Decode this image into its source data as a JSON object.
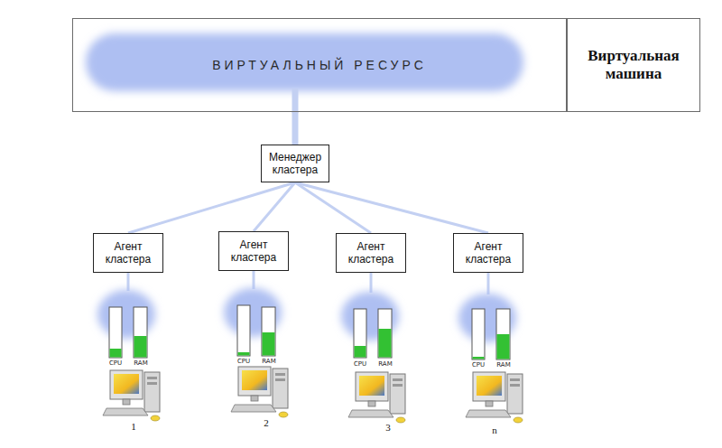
{
  "diagram": {
    "nodes": [
      {
        "text": [
          "ВИРТУАЛЬНЫЙ РЕСУРС"
        ]
      },
      {
        "text": [
          "Виртуальная машина"
        ]
      },
      {
        "text": [
          "Менеджер кластера"
        ]
      },
      {
        "text": [
          "Агент кластера"
        ]
      },
      {
        "text": [
          "Агент кластера"
        ]
      },
      {
        "text": [
          "Агент кластера"
        ]
      },
      {
        "text": [
          "Агент кластера"
        ]
      }
    ],
    "edges": [
      {
        "from": 0,
        "to": 2,
        "arrow": "none"
      },
      {
        "from": 2,
        "to": 3,
        "arrow": "none"
      },
      {
        "from": 2,
        "to": 4,
        "arrow": "none"
      },
      {
        "from": 2,
        "to": 5,
        "arrow": "none"
      },
      {
        "from": 2,
        "to": 6,
        "arrow": "none"
      }
    ],
    "labels": [
      "CPU",
      "RAM",
      "1",
      "CPU",
      "RAM",
      "2",
      "CPU",
      "RAM",
      "3",
      "CPU",
      "RAM",
      "n"
    ]
  }
}
